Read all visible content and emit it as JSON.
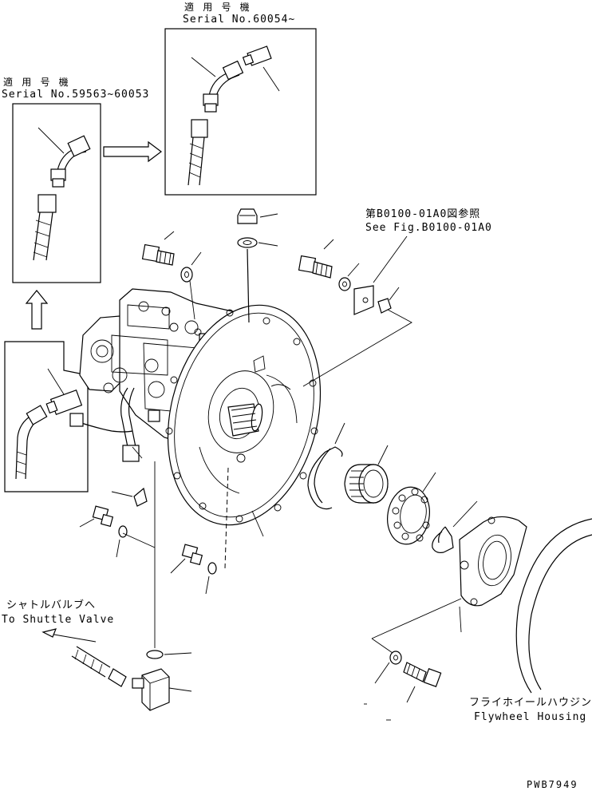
{
  "labels": {
    "applicable_new_jp": "適 用 号 機",
    "serial_new": "Serial No.60054~",
    "applicable_old_jp": "適 用 号 機",
    "serial_old": "Serial No.59563~60053",
    "see_fig_jp": "第B0100-01A0図参照",
    "see_fig_en": "See Fig.B0100-01A0",
    "shuttle_jp": "シャトルバルブへ",
    "shuttle_en": "To Shuttle Valve",
    "flywheel_jp": "フライホイールハウジング",
    "flywheel_en": "Flywheel Housing",
    "drawing_code": "PWB7949"
  }
}
